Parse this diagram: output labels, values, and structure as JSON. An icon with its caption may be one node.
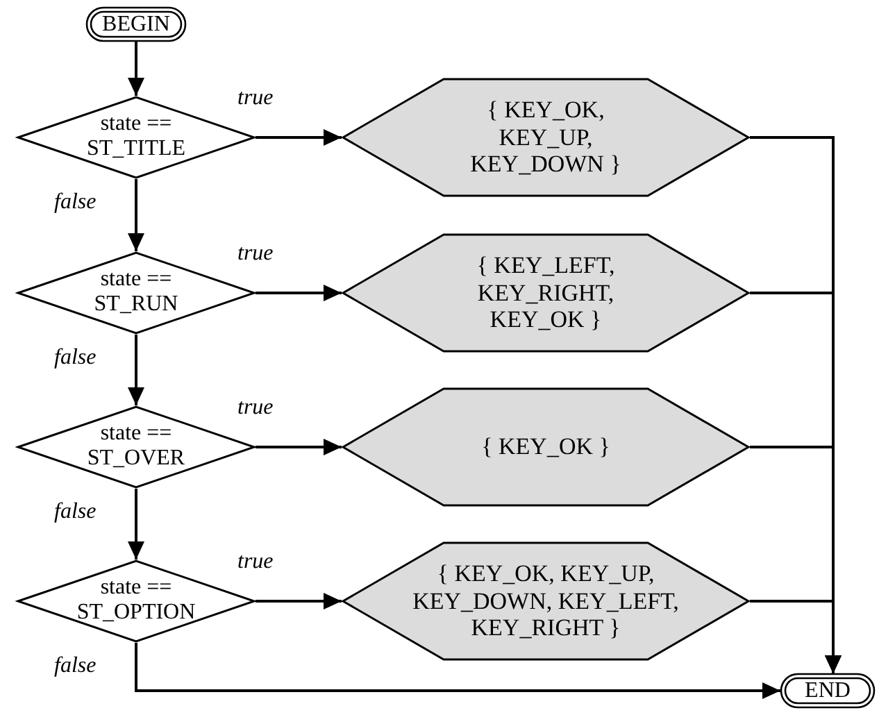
{
  "diagram": {
    "nodes": [
      {
        "text": [
          "BEGIN"
        ]
      },
      {
        "text": [
          "state == ST_TITLE"
        ]
      },
      {
        "text": [
          "{ KEY_OK, KEY_UP, KEY_DOWN }"
        ]
      },
      {
        "text": [
          "state == ST_RUN"
        ]
      },
      {
        "text": [
          "{ KEY_LEFT, KEY_RIGHT, KEY_OK }"
        ]
      },
      {
        "text": [
          "state == ST_OVER"
        ]
      },
      {
        "text": [
          "{ KEY_OK }"
        ]
      },
      {
        "text": [
          "state == ST_OPTION"
        ]
      },
      {
        "text": [
          "{ KEY_OK, KEY_UP, KEY_DOWN, KEY_LEFT, KEY_RIGHT }"
        ]
      },
      {
        "text": [
          "END"
        ]
      }
    ],
    "edges": [
      {
        "from": 0,
        "to": 1,
        "arrow": "to"
      },
      {
        "from": 1,
        "to": 2,
        "arrow": "to",
        "label": "true"
      },
      {
        "from": 1,
        "to": 3,
        "arrow": "to",
        "label": "false"
      },
      {
        "from": 3,
        "to": 4,
        "arrow": "to",
        "label": "true"
      },
      {
        "from": 3,
        "to": 5,
        "arrow": "to",
        "label": "false"
      },
      {
        "from": 5,
        "to": 6,
        "arrow": "to",
        "label": "true"
      },
      {
        "from": 5,
        "to": 7,
        "arrow": "to",
        "label": "false"
      },
      {
        "from": 7,
        "to": 8,
        "arrow": "to",
        "label": "true"
      },
      {
        "from": 7,
        "to": 9,
        "arrow": "to",
        "label": "false"
      },
      {
        "from": 2,
        "to": 9,
        "arrow": "to"
      },
      {
        "from": 4,
        "to": 9,
        "arrow": "to"
      },
      {
        "from": 6,
        "to": 9,
        "arrow": "to"
      },
      {
        "from": 8,
        "to": 9,
        "arrow": "to"
      }
    ]
  }
}
